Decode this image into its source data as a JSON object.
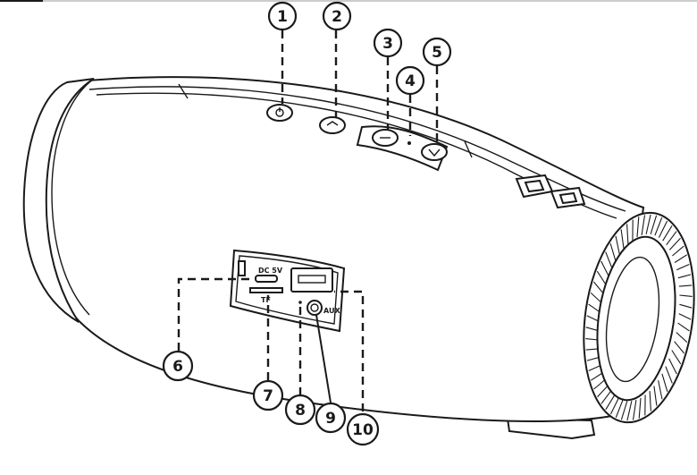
{
  "callouts": [
    {
      "id": 1,
      "label": "1"
    },
    {
      "id": 2,
      "label": "2"
    },
    {
      "id": 3,
      "label": "3"
    },
    {
      "id": 4,
      "label": "4"
    },
    {
      "id": 5,
      "label": "5"
    },
    {
      "id": 6,
      "label": "6"
    },
    {
      "id": 7,
      "label": "7"
    },
    {
      "id": 8,
      "label": "8"
    },
    {
      "id": 9,
      "label": "9"
    },
    {
      "id": 10,
      "label": "10"
    }
  ],
  "port_labels": {
    "dc": "DC 5V",
    "tf": "TF",
    "aux": "AUX"
  },
  "colors": {
    "line": "#1a1a1a",
    "background": "#ffffff"
  }
}
